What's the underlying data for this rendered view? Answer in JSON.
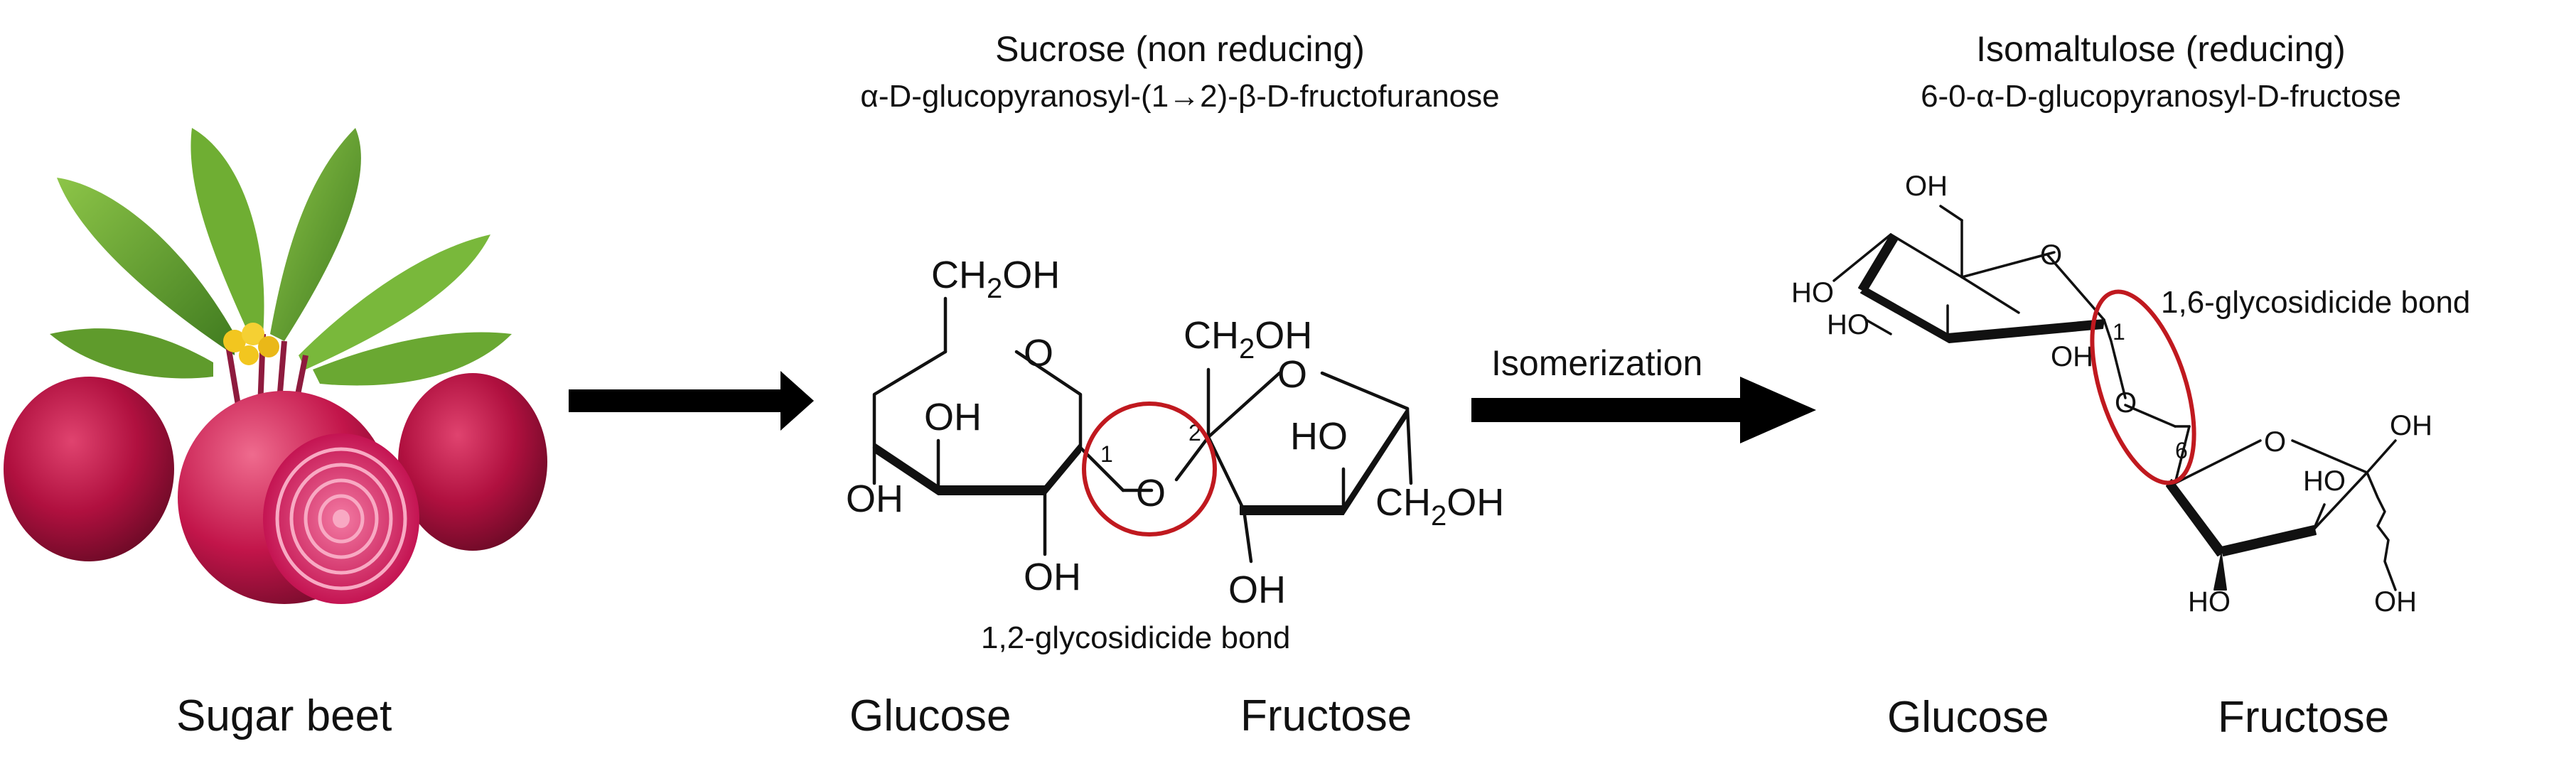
{
  "sucrose": {
    "title": "Sucrose (non reducing)",
    "subtitle": "α-D-glucopyranosyl-(1→2)-β-D-fructofuranose",
    "bond_label": "1,2-glycosidicide bond",
    "glucose_label": "Glucose",
    "fructose_label": "Fructose",
    "atoms": {
      "ch2oh_a": "CH2OH",
      "ch2oh_b": "CH2OH",
      "ch2oh_c": "CH2OH",
      "oh": "OH",
      "ho": "HO",
      "o": "O",
      "c1": "1",
      "c2": "2"
    }
  },
  "isomaltulose": {
    "title": "Isomaltulose (reducing)",
    "subtitle": "6-0-α-D-glucopyranosyl-D-fructose",
    "bond_label": "1,6-glycosidicide bond",
    "glucose_label": "Glucose",
    "fructose_label": "Fructose",
    "atoms": {
      "oh": "OH",
      "ho": "HO",
      "o": "O",
      "c1": "1",
      "c6": "6"
    }
  },
  "sugar_beet_label": "Sugar beet",
  "arrow_label": "Isomerization",
  "colors": {
    "highlight_circle": "#c0191f",
    "arrow": "#000000",
    "beet": "#b0103f",
    "leaf": "#5f9b2c"
  }
}
